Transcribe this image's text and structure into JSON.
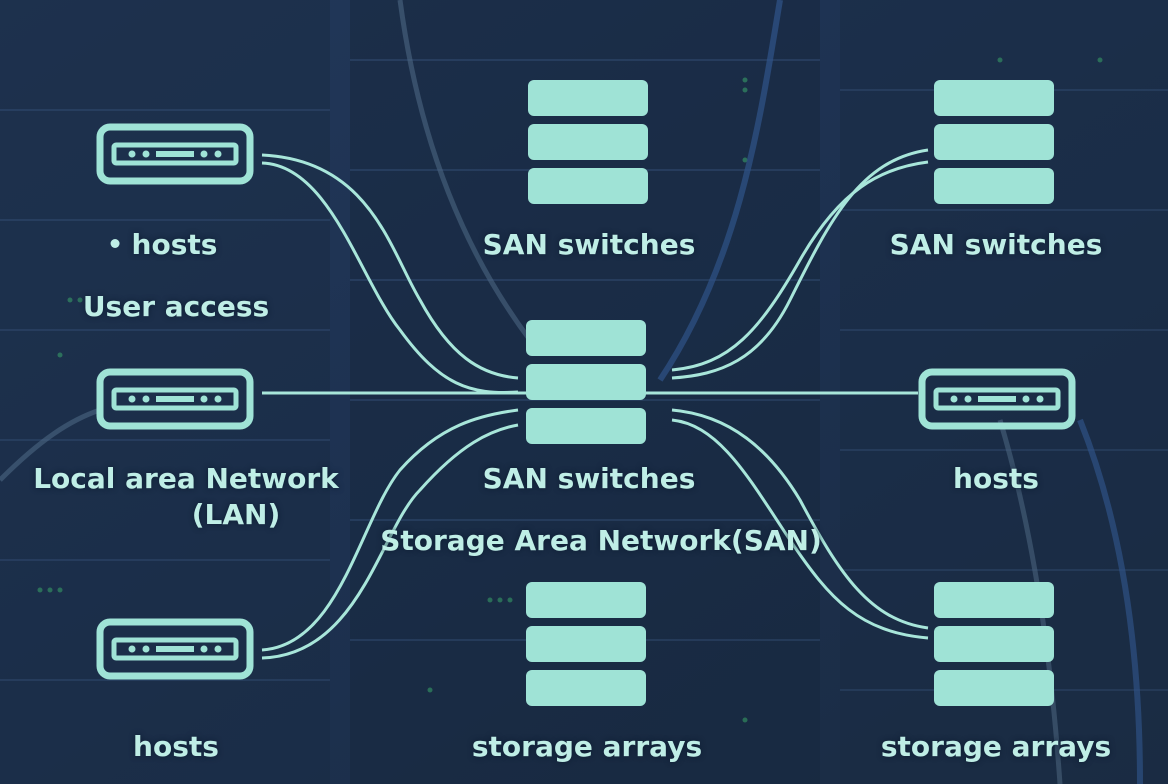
{
  "colors": {
    "accent": "#9fe3d6",
    "line": "#a8e6da",
    "text": "#bfeee6",
    "background": "#1c2f47"
  },
  "icons": {
    "host": "network-host-icon",
    "switch": "san-switch-stack-icon",
    "storage": "storage-array-stack-icon"
  },
  "labels": {
    "hosts_top": "hosts",
    "user_access": "User access",
    "lan_line1": "Local area Network",
    "lan_line2": "(LAN)",
    "hosts_bottom": "hosts",
    "san_switches_top": "SAN switches",
    "san_switches_center": "SAN switches",
    "san_name": "Storage Area Network(SAN)",
    "storage_arrays_center": "storage arrays",
    "san_switches_right": "SAN switches",
    "hosts_right": "hosts",
    "storage_arrays_right": "storage arrays"
  }
}
